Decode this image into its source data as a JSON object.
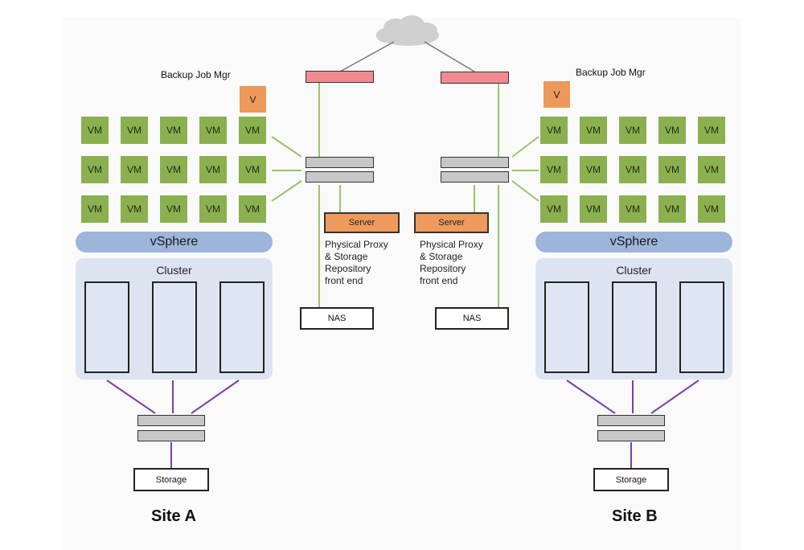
{
  "site_a": {
    "mgr_label": "Backup Job Mgr",
    "v_label": "V",
    "vm_label": "VM",
    "vsphere": "vSphere",
    "cluster": "Cluster",
    "storage": "Storage",
    "site_label": "Site A"
  },
  "site_b": {
    "mgr_label": "Backup Job Mgr",
    "v_label": "V",
    "vm_label": "VM",
    "vsphere": "vSphere",
    "cluster": "Cluster",
    "storage": "Storage",
    "site_label": "Site B"
  },
  "center_left": {
    "server": "Server",
    "proxy_lines": [
      "Physical Proxy",
      "& Storage",
      "Repository",
      "front end"
    ],
    "nas": "NAS"
  },
  "center_right": {
    "server": "Server",
    "proxy_lines": [
      "Physical Proxy",
      "& Storage",
      "Repository",
      "front end"
    ],
    "nas": "NAS"
  },
  "colors": {
    "vm": "#8bb04f",
    "v_box": "#ec9a5b",
    "vsphere": "#9db5da",
    "cluster": "#dde4f1",
    "router": "#f28b91",
    "switch": "#c7c7c7",
    "server": "#ef9a5d",
    "green_link": "#9cc36a",
    "purple_link": "#7b3fa0",
    "cloud": "#d0d0d0"
  }
}
